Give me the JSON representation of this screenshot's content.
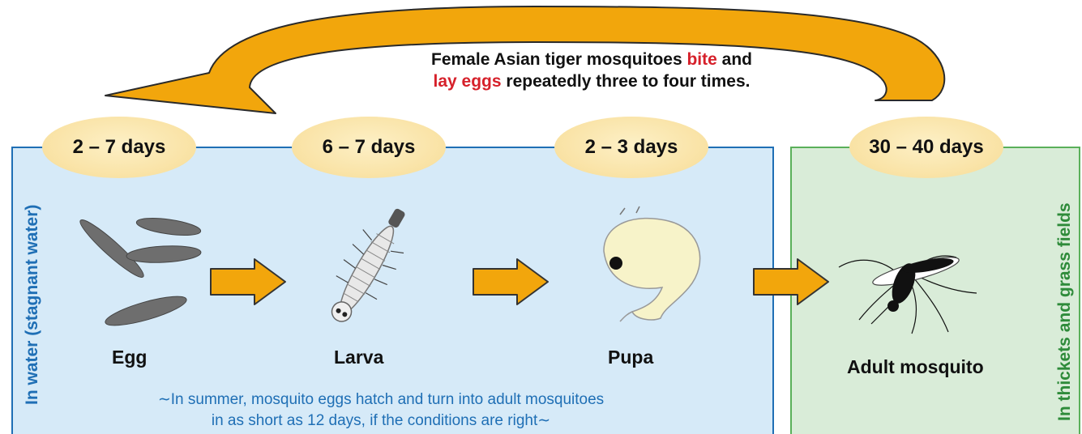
{
  "caption": {
    "line1_a": "Female Asian tiger mosquitoes ",
    "line1_b": "bite",
    "line1_c": " and",
    "line2_a": "lay eggs",
    "line2_b": " repeatedly three to four times."
  },
  "durations": [
    "2 – 7 days",
    "6 – 7 days",
    "2 – 3 days",
    "30 – 40 days"
  ],
  "stages": [
    "Egg",
    "Larva",
    "Pupa",
    "Adult mosquito"
  ],
  "sides": {
    "water": "In water (stagnant water)",
    "field": "In thickets and grass fields"
  },
  "note": {
    "line1": "∼In summer, mosquito eggs hatch and turn into adult mosquitoes",
    "line2": "in as short as 12 days, if the conditions are right∼"
  },
  "colors": {
    "water_bg": "#d6eaf8",
    "water_border": "#1f6fb5",
    "field_bg": "#d9ecd8",
    "field_border": "#5ab05a",
    "arrow": "#f2a60c",
    "highlight": "#d6202a"
  },
  "icons": [
    "egg-icon",
    "larva-icon",
    "pupa-icon",
    "mosquito-icon",
    "arrow-right-icon",
    "curved-arrow-icon"
  ]
}
